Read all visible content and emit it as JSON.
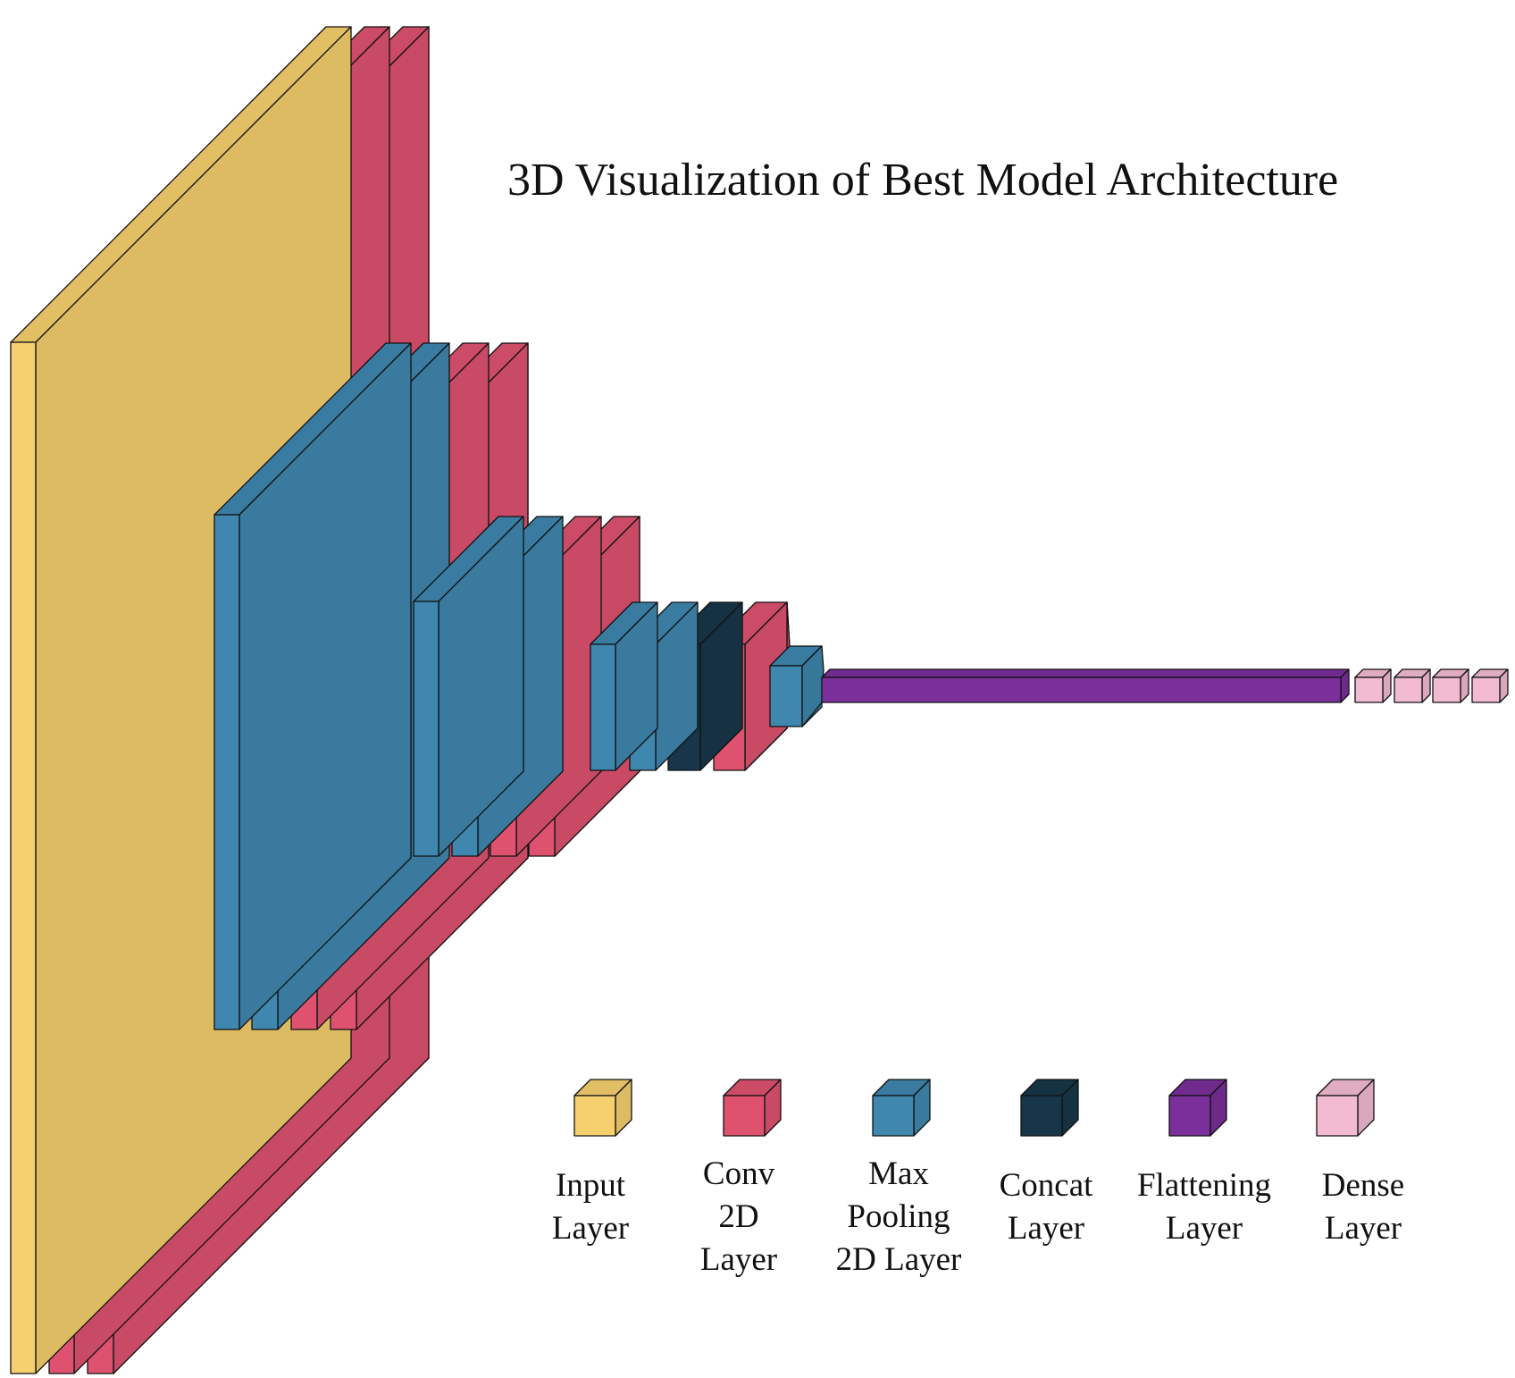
{
  "title": "3D Visualization of Best Model Architecture",
  "colors": {
    "input": "#F6D06E",
    "conv": "#DE526F",
    "maxpool": "#3F87AF",
    "concat": "#173649",
    "flatten": "#7A2F9A",
    "dense": "#F2BBD1"
  },
  "legend": [
    {
      "key": "input",
      "lines": [
        "Input",
        "Layer"
      ]
    },
    {
      "key": "conv",
      "lines": [
        "Conv",
        "2D",
        "Layer"
      ]
    },
    {
      "key": "maxpool",
      "lines": [
        "Max",
        "Pooling",
        "2D Layer"
      ]
    },
    {
      "key": "concat",
      "lines": [
        "Concat",
        "Layer"
      ]
    },
    {
      "key": "flatten",
      "lines": [
        "Flattening",
        "Layer"
      ]
    },
    {
      "key": "dense",
      "lines": [
        "Dense",
        "Layer"
      ]
    }
  ],
  "layer_sequence": [
    "input",
    "conv",
    "conv",
    "maxpool",
    "maxpool",
    "conv",
    "conv",
    "maxpool",
    "maxpool",
    "conv",
    "conv",
    "maxpool",
    "maxpool",
    "concat",
    "conv",
    "maxpool",
    "flatten",
    "dense",
    "dense",
    "dense",
    "dense"
  ]
}
